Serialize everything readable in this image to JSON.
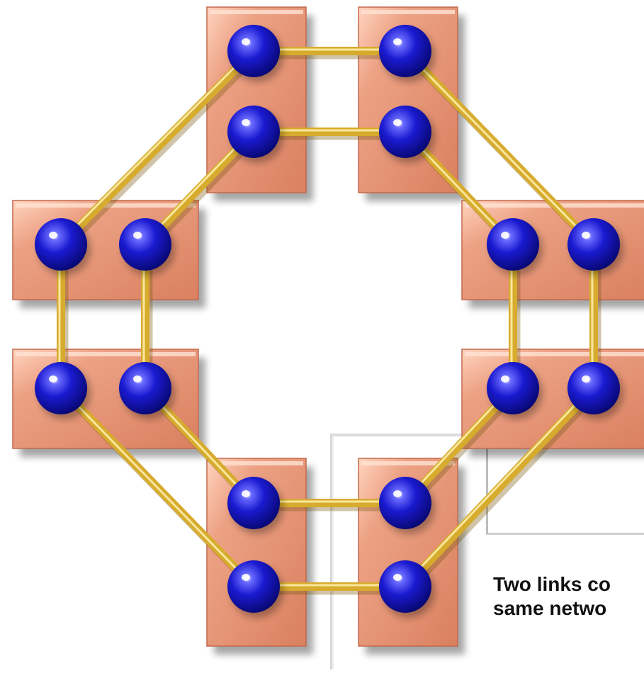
{
  "diagram": {
    "caption_lines": [
      "Two links co",
      "same netwo"
    ],
    "colors": {
      "node": "#1a1ad0",
      "node_dark": "#06066a",
      "link": "#e2b93b",
      "link_highlight": "#fff2b0",
      "pad": "#e9967a",
      "pad_light": "#ffd4bf"
    },
    "outer_ring": {
      "node_count": 8,
      "link_count": 8
    },
    "inner_ring": {
      "node_count": 8,
      "link_count": 8
    }
  }
}
